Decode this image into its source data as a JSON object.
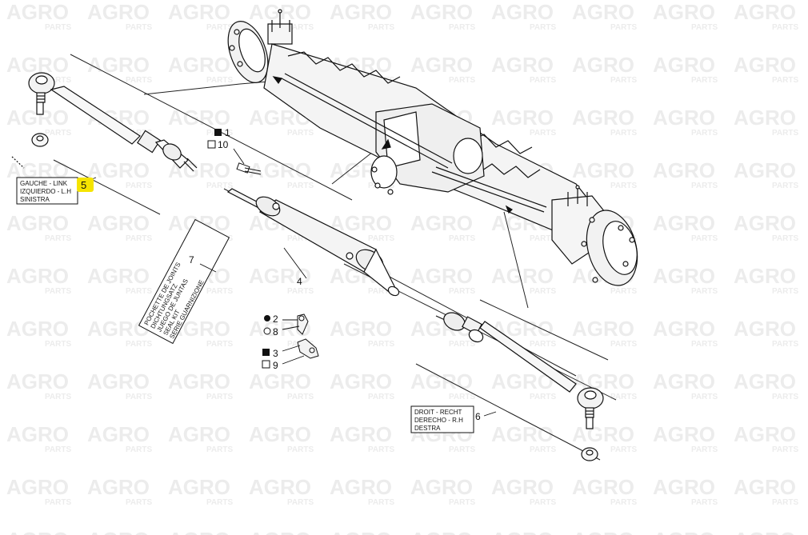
{
  "watermark": {
    "brand": "AGRO",
    "sub": "PARTS"
  },
  "callouts": {
    "c1": "1",
    "c10": "10",
    "c2": "2",
    "c8": "8",
    "c3": "3",
    "c9": "9",
    "c4": "4",
    "c5": "5",
    "c6": "6",
    "c7": "7"
  },
  "left_box": {
    "line1": "GAUCHE - LINK",
    "line2": "IZQUIERDO - L.H",
    "line3": "SINISTRA"
  },
  "right_box": {
    "line1": "DROIT - RECHT",
    "line2": "DERECHO - R.H",
    "line3": "DESTRA"
  },
  "seal_kit": {
    "line1": "POCHETTE DE JOINTS",
    "line2": "DICHTUNGSATZ",
    "line3": "JUEGO DE JUNTAS",
    "line4": "SEAL KIT",
    "line5": "SERIE GUARNIZIONE"
  },
  "colors": {
    "highlight": "#f5e400",
    "ink": "#111111",
    "watermark": "#ececec"
  },
  "icons": [
    "filled-square-icon",
    "empty-square-icon",
    "filled-circle-icon",
    "empty-circle-icon"
  ]
}
